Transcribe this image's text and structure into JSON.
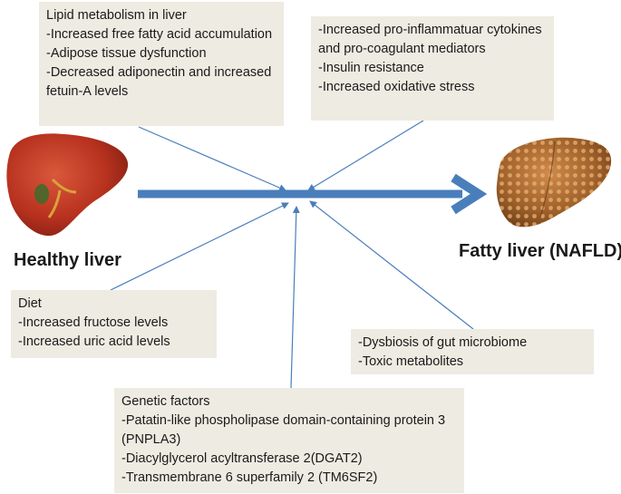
{
  "boxes": {
    "lipid": {
      "title": "Lipid metabolism in liver",
      "items": [
        "-Increased  free fatty acid accumulation",
        "-Adipose tissue dysfunction",
        "-Decreased adiponectin and increased fetuin-A  levels"
      ]
    },
    "inflammatory": {
      "items": [
        "-Increased pro-inflammatuar cytokines and  pro-coagulant mediators",
        "-Insulin resistance",
        "-Increased oxidative stress"
      ]
    },
    "diet": {
      "title": "Diet",
      "items": [
        "-Increased fructose levels",
        "-Increased uric acid levels"
      ]
    },
    "gut": {
      "items": [
        "-Dysbiosis of gut microbiome",
        "-Toxic metabolites"
      ]
    },
    "genetic": {
      "title": "Genetic factors",
      "items": [
        "-Patatin-like phospholipase domain-containing protein 3 (PNPLA3)",
        "-Diacylglycerol acyltransferase  2(DGAT2)",
        "-Transmembrane 6 superfamily 2 (TM6SF2)"
      ]
    }
  },
  "labels": {
    "healthy": "Healthy liver",
    "fatty": "Fatty liver (NAFLD)"
  },
  "colors": {
    "box_bg": "#eeebe2",
    "arrow_blue": "#4a7ebb",
    "healthy_liver": "#b8321f",
    "fatty_liver": "#a0612a"
  }
}
